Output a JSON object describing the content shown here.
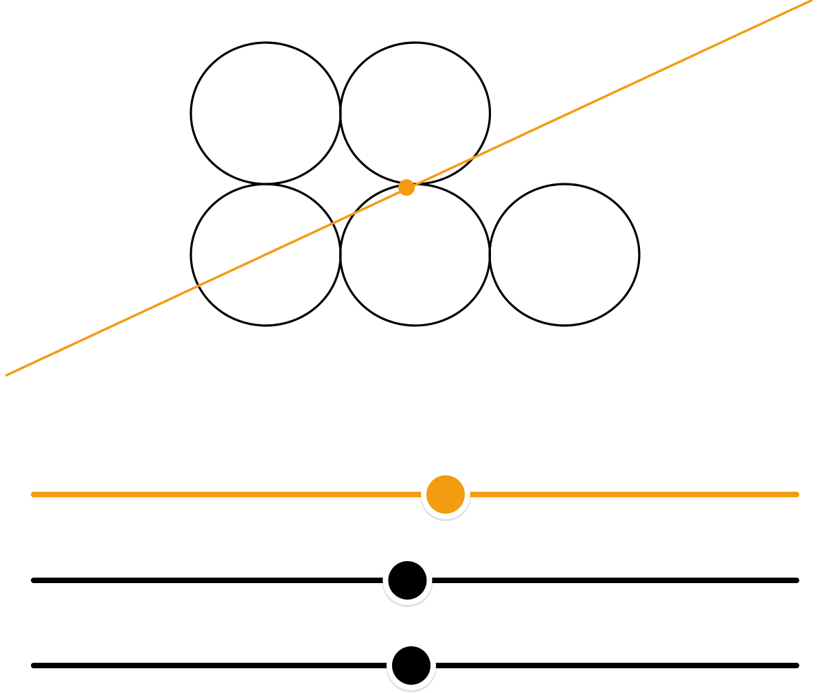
{
  "colors": {
    "accent": "#f39c12",
    "ink": "#000000",
    "background": "#ffffff"
  },
  "figure": {
    "circles": [
      {
        "id": "top-left",
        "row": 0,
        "col": 0
      },
      {
        "id": "top-middle",
        "row": 0,
        "col": 1
      },
      {
        "id": "bottom-left",
        "row": 1,
        "col": 0
      },
      {
        "id": "bottom-middle",
        "row": 1,
        "col": 1
      },
      {
        "id": "bottom-right",
        "row": 1,
        "col": 2
      }
    ],
    "rows": 2,
    "cols": 3
  },
  "sliders": [
    {
      "id": "angle-slider",
      "value": 0.54,
      "color": "accent"
    },
    {
      "id": "position-x-slider",
      "value": 0.49,
      "color": "ink"
    },
    {
      "id": "position-y-slider",
      "value": 0.495,
      "color": "ink"
    }
  ]
}
